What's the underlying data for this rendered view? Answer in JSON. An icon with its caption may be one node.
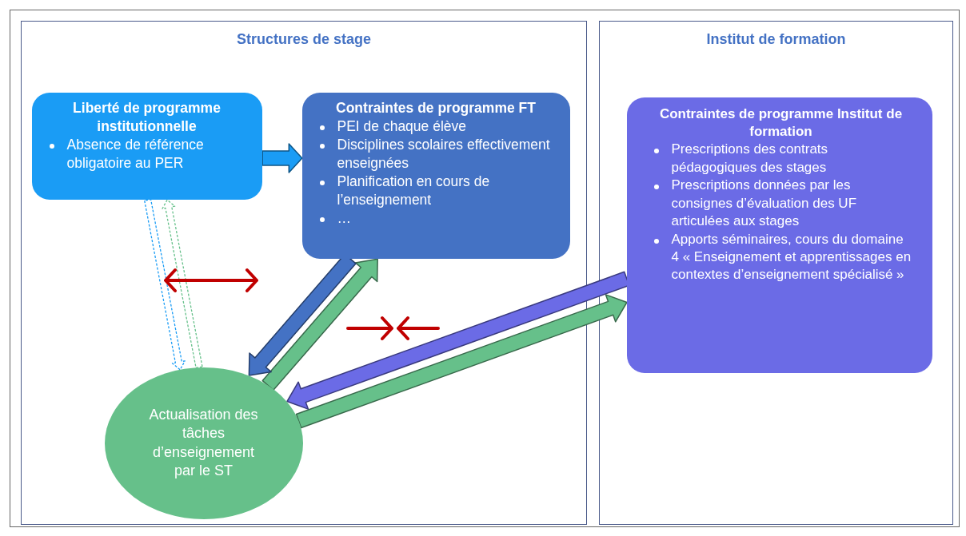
{
  "diagram": {
    "nodes": [
      {
        "text": [
          "Structures de stage"
        ]
      },
      {
        "text": [
          "Institut de formation"
        ]
      },
      {
        "text": [
          "Liberté de programme institutionnelle",
          "Absence de référence obligatoire au PER"
        ],
        "in": 0
      },
      {
        "text": [
          "Contraintes de programme FT",
          "PEI de chaque élève",
          "Disciplines scolaires effectivement enseignées",
          "Planification en cours de l’enseignement",
          "…"
        ],
        "in": 0
      },
      {
        "text": [
          "Actualisation des tâches d’enseignement par le ST"
        ],
        "in": 0
      },
      {
        "text": [
          "Contraintes de programme Institut de formation",
          "Prescriptions des contrats pédagogiques des stages",
          "Prescriptions données par les consignes d’évaluation des UF articulées aux stages",
          "Apports séminaires, cours du domaine 4 « Enseignement et apprentissages en contextes d’enseignement spécialisé »"
        ],
        "in": 1
      }
    ],
    "edges": [
      {
        "from": 2,
        "to": 3,
        "arrow": "to",
        "style": "thick",
        "color": "#1a9cf5"
      },
      {
        "from": 4,
        "to": 2,
        "arrow": "to",
        "style": "dashed",
        "color": "#66c08a"
      },
      {
        "from": 2,
        "to": 4,
        "arrow": "to",
        "style": "dashed",
        "color": "#1a9cf5"
      },
      {
        "from": 4,
        "to": 3,
        "arrow": "to",
        "style": "thick",
        "color": "#66c08a"
      },
      {
        "from": 3,
        "to": 4,
        "arrow": "to",
        "style": "thick",
        "color": "#4472c4"
      },
      {
        "from": 4,
        "to": 5,
        "arrow": "to",
        "style": "thick",
        "color": "#66c08a"
      },
      {
        "from": 5,
        "to": 4,
        "arrow": "to",
        "style": "thick",
        "color": "#6b6be6"
      }
    ]
  }
}
